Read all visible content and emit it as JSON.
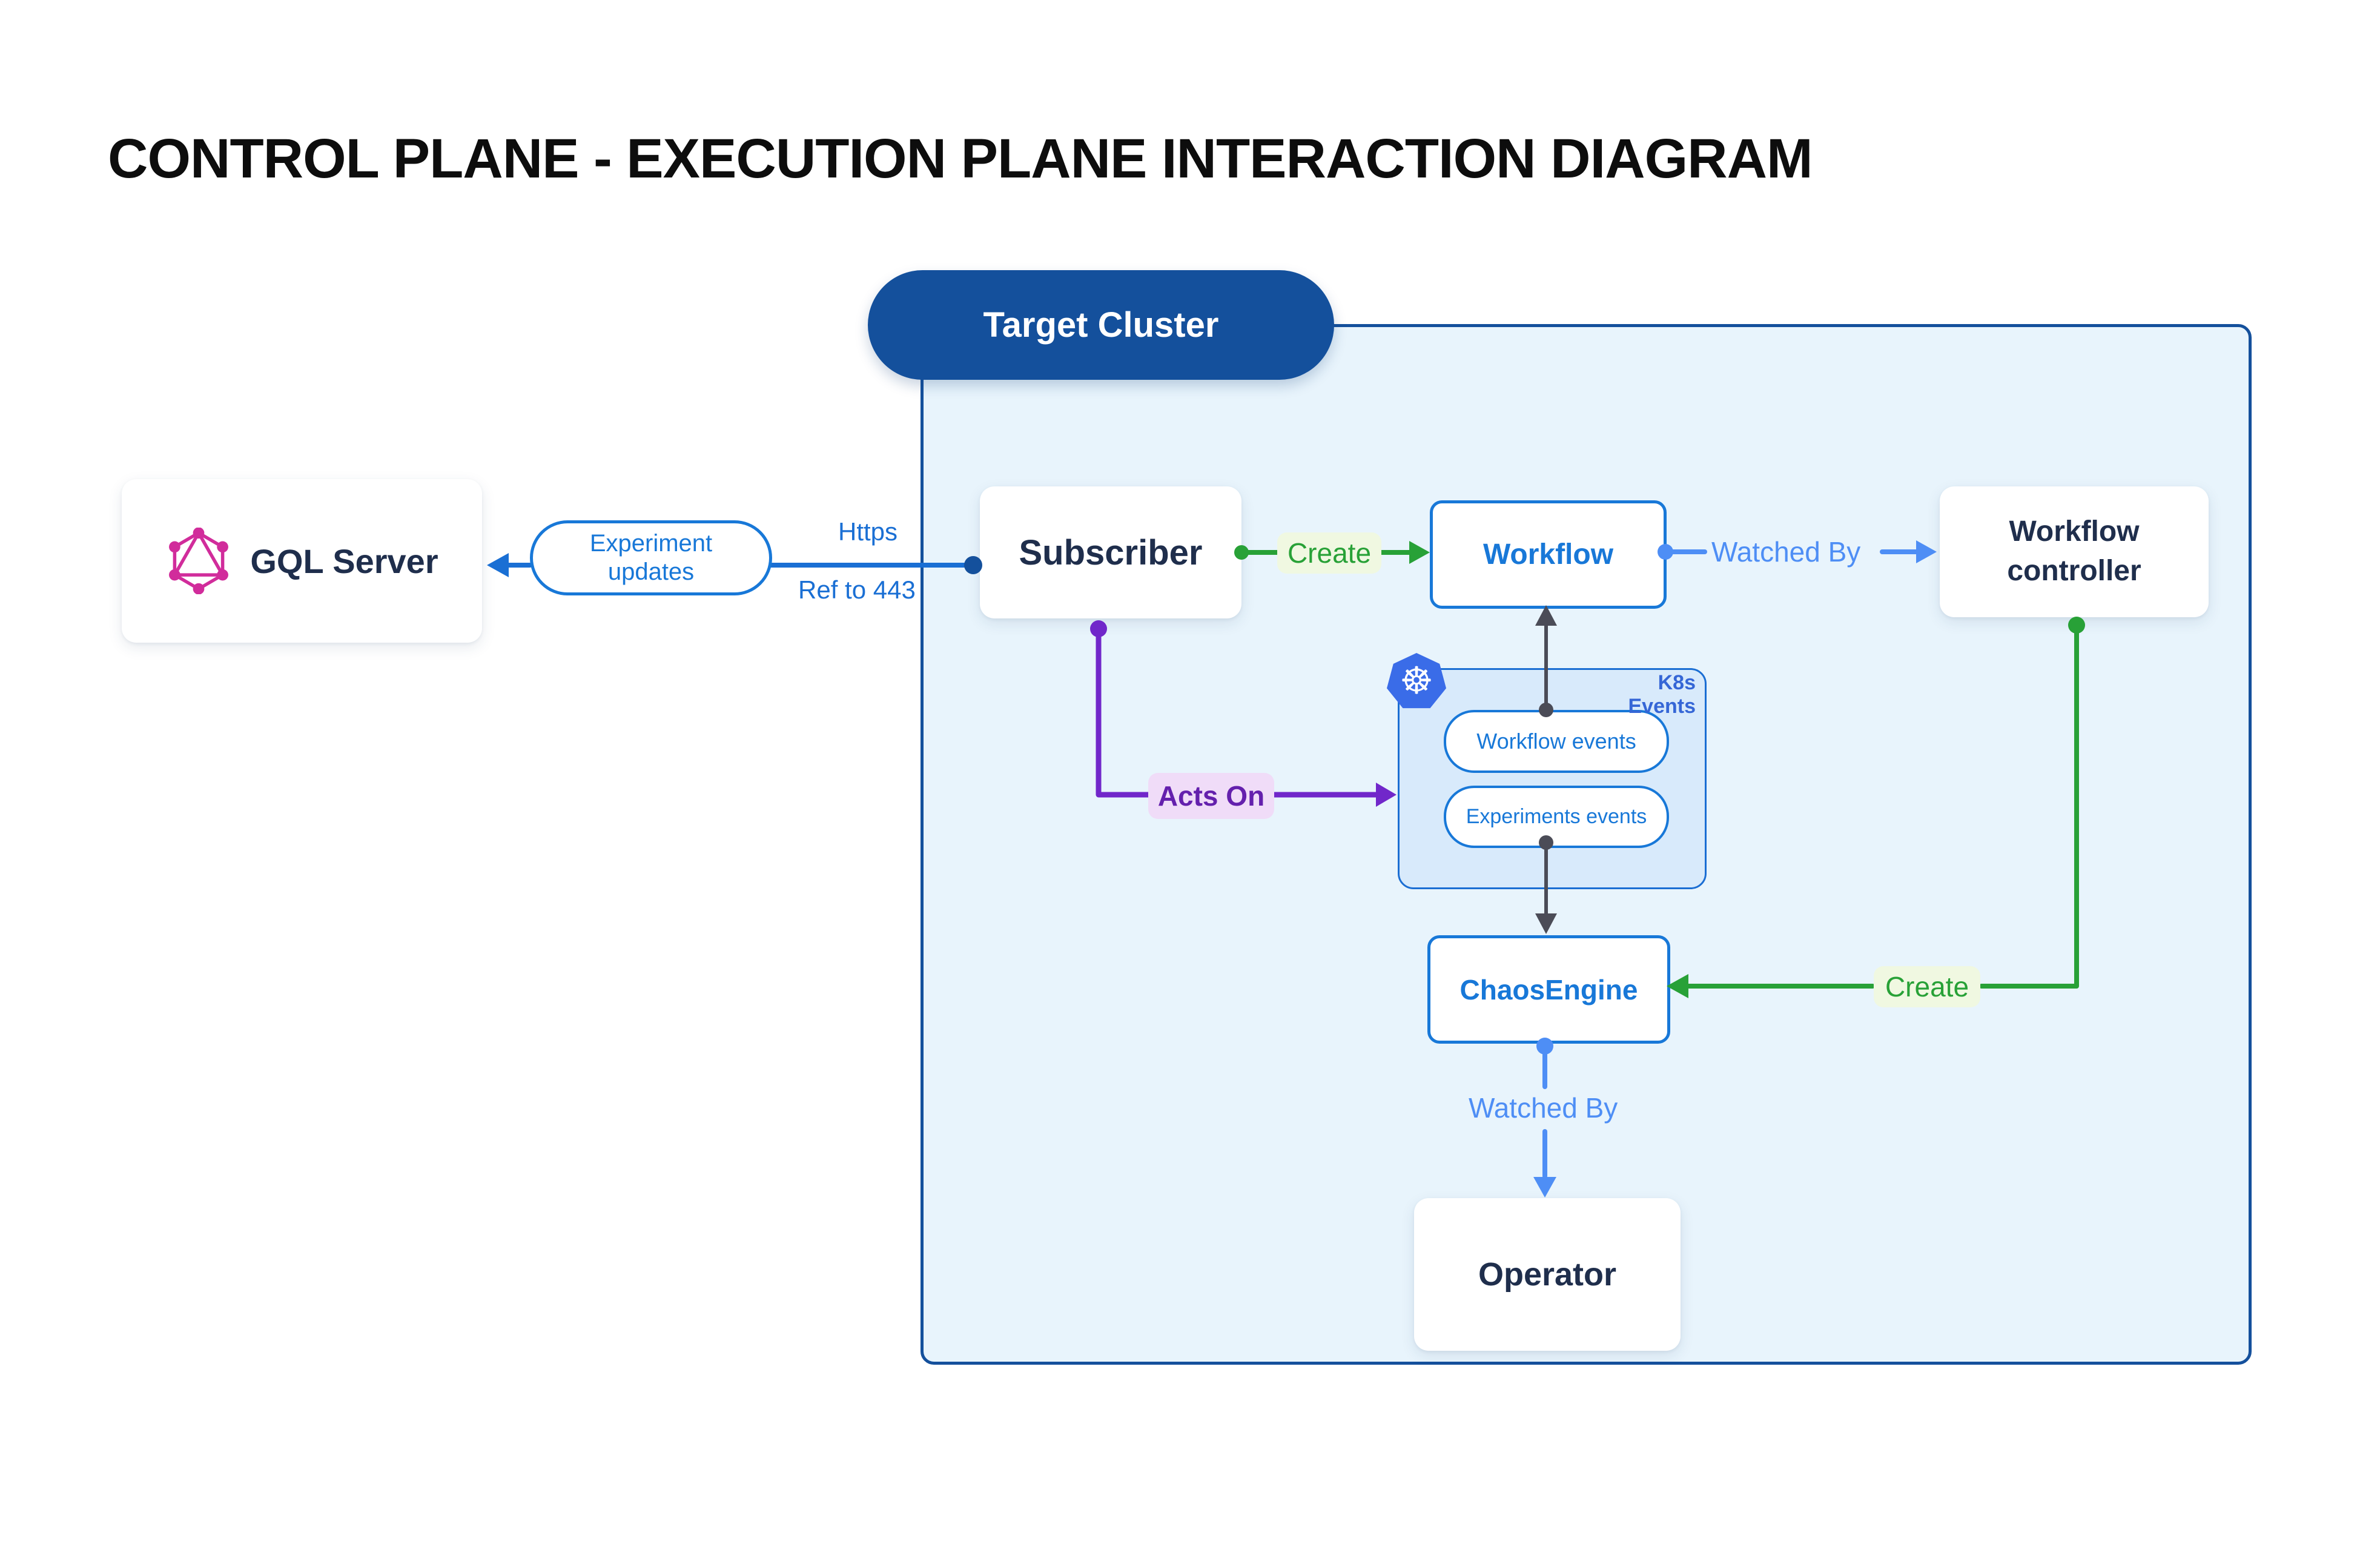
{
  "title": "CONTROL PLANE - EXECUTION PLANE INTERACTION DIAGRAM",
  "cluster": {
    "label": "Target Cluster"
  },
  "nodes": {
    "gql_server": {
      "label": "GQL Server",
      "icon": "graphql-icon"
    },
    "subscriber": {
      "label": "Subscriber"
    },
    "workflow": {
      "label": "Workflow"
    },
    "workflow_controller": {
      "line1": "Workflow",
      "line2": "controller"
    },
    "chaos_engine": {
      "label": "ChaosEngine"
    },
    "operator": {
      "label": "Operator"
    }
  },
  "k8s_events": {
    "title": "K8s Events",
    "icon": "kubernetes-icon",
    "pills": {
      "workflow_events": "Workflow events",
      "experiments_events": "Experiments events"
    }
  },
  "callout": {
    "experiment_updates_line1": "Experiment",
    "experiment_updates_line2": "updates"
  },
  "edges": {
    "https": "Https",
    "ref_to_443": "Ref to 443",
    "create_workflow": "Create",
    "watched_by_workflow": "Watched By",
    "acts_on": "Acts On",
    "create_chaosengine": "Create",
    "watched_by_operator": "Watched By"
  },
  "colors": {
    "cluster_fill": "#e8f4fc",
    "cluster_border": "#14509c",
    "cluster_pill": "#14509c",
    "node_text_navy": "#1f2e4c",
    "node_border_blue": "#1878d8",
    "link_blue": "#1a6fd4",
    "light_blue": "#4e8ef5",
    "green": "#28a137",
    "green_chip_bg": "#f0f8e1",
    "purple": "#7127ca",
    "purple_chip_bg": "#f0dcf8",
    "purple_text": "#6420ad",
    "gray_wire": "#4b4c57",
    "k8s_box_fill": "#d8eafb",
    "k8s_blue": "#3a6ce8",
    "graphql_pink": "#d12c9b"
  }
}
